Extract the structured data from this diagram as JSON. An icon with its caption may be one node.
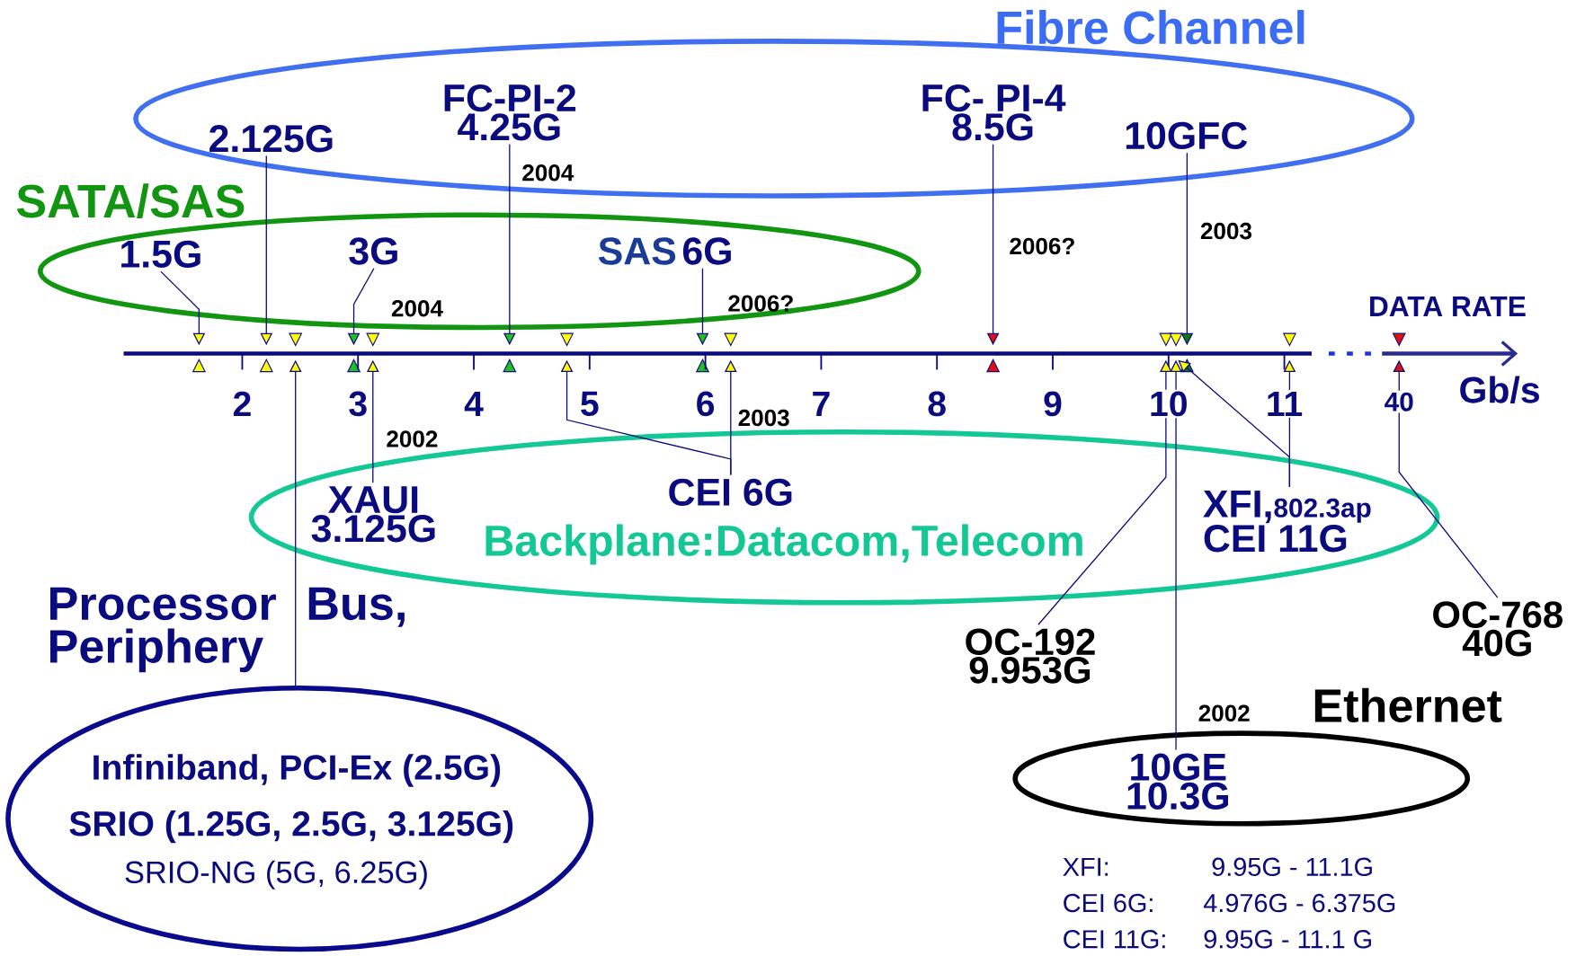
{
  "diagram": {
    "nodes": [
      {
        "text": [
          "Fibre Channel"
        ]
      },
      {
        "text": [
          "2.125G"
        ],
        "in": 0
      },
      {
        "text": [
          "FC-PI-2",
          "4.25G"
        ],
        "in": 0
      },
      {
        "text": [
          "FC- PI-4",
          "8.5G"
        ],
        "in": 0
      },
      {
        "text": [
          "10GFC"
        ],
        "in": 0
      },
      {
        "text": [
          "SATA/SAS"
        ]
      },
      {
        "text": [
          "1.5G"
        ],
        "in": 5
      },
      {
        "text": [
          "3G"
        ],
        "in": 5
      },
      {
        "text": [
          "SAS",
          "6G"
        ],
        "in": 5
      },
      {
        "text": [
          "Backplane:Datacom,Telecom"
        ]
      },
      {
        "text": [
          "XAUI",
          "3.125G"
        ],
        "in": 9
      },
      {
        "text": [
          "CEI 6G"
        ],
        "in": 9
      },
      {
        "text": [
          "XFI,",
          "802.3ap",
          "CEI 11G"
        ],
        "in": 9
      },
      {
        "text": [
          "Processor Bus, Periphery",
          "Infiniband, PCI-Ex (2.5G)",
          "SRIO  (1.25G, 2.5G, 3.125G)",
          "SRIO-NG  (5G, 6.25G)"
        ]
      },
      {
        "text": [
          "OC-192",
          "9.953G"
        ]
      },
      {
        "text": [
          "OC-768",
          "40G"
        ]
      },
      {
        "text": [
          "Ethernet"
        ]
      },
      {
        "text": [
          "10GE",
          "10.3G"
        ],
        "in": 16
      },
      {
        "text": [],
        "shape": "bar"
      }
    ],
    "edges": [
      {
        "from": 6,
        "to": 18,
        "arrow": "to"
      },
      {
        "from": 1,
        "to": 18,
        "arrow": "to"
      },
      {
        "from": 13,
        "to": 18,
        "arrow": "to"
      },
      {
        "from": 7,
        "to": 18,
        "arrow": "to",
        "label": "2004"
      },
      {
        "from": 10,
        "to": 18,
        "arrow": "to",
        "label": "2002"
      },
      {
        "from": 2,
        "to": 18,
        "arrow": "to",
        "label": "2004"
      },
      {
        "from": 11,
        "to": 18,
        "arrow": "to"
      },
      {
        "from": 8,
        "to": 18,
        "arrow": "to",
        "label": "2006?"
      },
      {
        "from": 11,
        "to": 18,
        "arrow": "to",
        "label": "2003"
      },
      {
        "from": 3,
        "to": 18,
        "arrow": "to",
        "label": "2006?"
      },
      {
        "from": 14,
        "to": 18,
        "arrow": "to"
      },
      {
        "from": 17,
        "to": 18,
        "arrow": "to",
        "label": "2002"
      },
      {
        "from": 4,
        "to": 18,
        "arrow": "to",
        "label": "2003"
      },
      {
        "from": 12,
        "to": 18,
        "arrow": "to"
      },
      {
        "from": 12,
        "to": 18,
        "arrow": "to"
      },
      {
        "from": 15,
        "to": 18,
        "arrow": "to"
      }
    ],
    "labels": [
      "DATA RATE",
      "2",
      "3",
      "4",
      "5",
      "6",
      "7",
      "8",
      "9",
      "10",
      "11",
      "40",
      "Gb/s",
      "XFI:",
      "9.95G  - 11.1G",
      "CEI 6G:",
      "4.976G - 6.375G",
      "CEI 11G:",
      "9.95G - 11.1 G"
    ]
  }
}
